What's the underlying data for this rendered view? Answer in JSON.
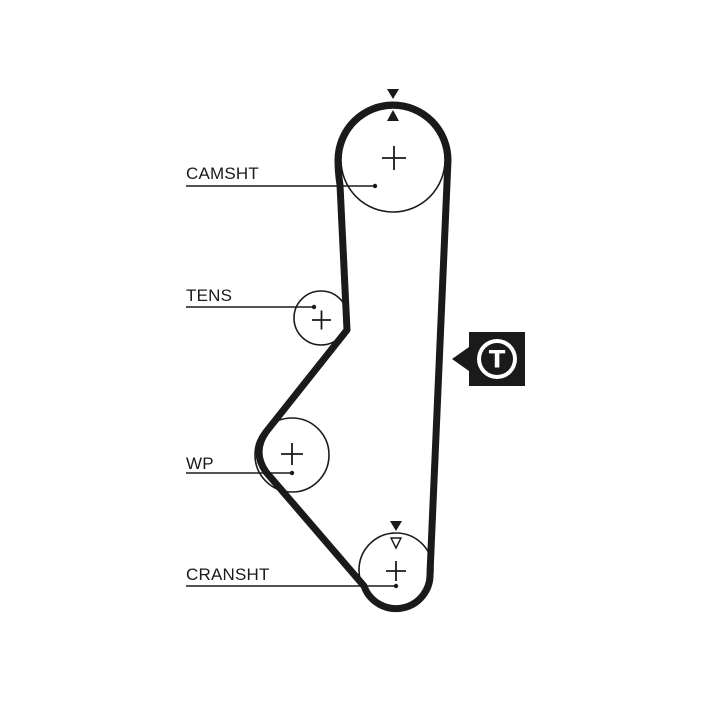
{
  "labels": {
    "camshaft": "CAMSHT",
    "tensioner": "TENS",
    "water_pump": "WP",
    "crankshaft": "CRANSHT"
  },
  "tension_marker": {
    "letter": "T"
  },
  "colors": {
    "belt": "#1a1a1a",
    "line": "#1a1a1a",
    "background": "#ffffff"
  },
  "icons": {
    "camshaft_timing_mark": "triangle-pair-icon",
    "crankshaft_timing_mark": "triangle-pair-icon",
    "tension_marker": "tension-t-icon"
  }
}
